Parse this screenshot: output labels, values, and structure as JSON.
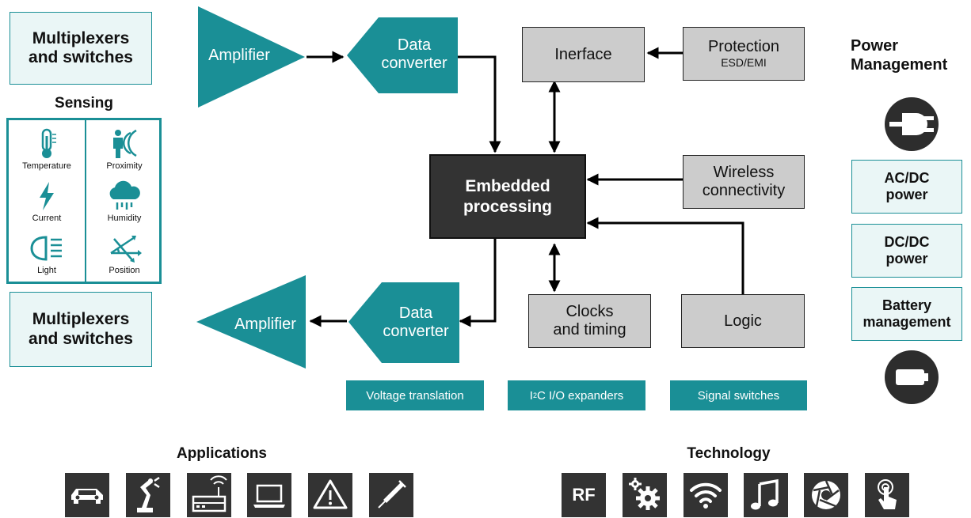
{
  "left": {
    "mux_top": "Multiplexers\nand switches",
    "sensing_title": "Sensing",
    "sensors": [
      "Temperature",
      "Proximity",
      "Current",
      "Humidity",
      "Light",
      "Position"
    ],
    "mux_bottom": "Multiplexers\nand switches"
  },
  "signal_chain": {
    "amplifier_in": "Amplifier",
    "converter_in": "Data\nconverter",
    "amplifier_out": "Amplifier",
    "converter_out": "Data\nconverter"
  },
  "core": {
    "interface": "Inerface",
    "protection_title": "Protection",
    "protection_sub": "ESD/EMI",
    "embedded": "Embedded\nprocessing",
    "wireless": "Wireless\nconnectivity",
    "clocks": "Clocks\nand timing",
    "logic": "Logic"
  },
  "interface_strip": {
    "voltage": "Voltage translation",
    "i2c_prefix": "I",
    "i2c_sup": "2",
    "i2c_suffix": "C I/O expanders",
    "signal": "Signal switches"
  },
  "power": {
    "title": "Power\nManagement",
    "boxes": [
      "AC/DC\npower",
      "DC/DC\npower",
      "Battery\nmanagement"
    ],
    "icons": [
      "plug-icon",
      "battery-icon"
    ]
  },
  "applications": {
    "title": "Applications",
    "icons": [
      "car-icon",
      "robot-arm-icon",
      "router-icon",
      "laptop-icon",
      "warning-icon",
      "syringe-icon"
    ]
  },
  "technology": {
    "title": "Technology",
    "rf_label": "RF",
    "icons": [
      "rf-icon",
      "gears-icon",
      "wifi-icon",
      "music-note-icon",
      "aperture-icon",
      "touch-icon"
    ]
  },
  "colors": {
    "teal": "#1a8f96",
    "gray_box": "#cccccc",
    "dark_box": "#333333",
    "light_box": "#eaf6f6"
  }
}
